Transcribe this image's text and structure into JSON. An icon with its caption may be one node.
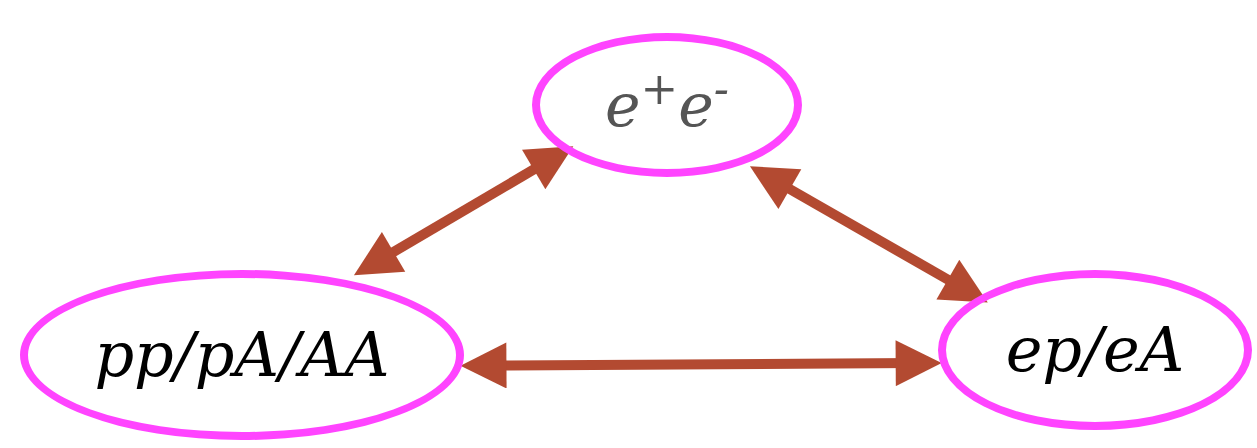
{
  "diagram": {
    "nodes": [
      {
        "text": [
          "e$^{+}$e$^{-}$"
        ]
      },
      {
        "text": [
          "pp/pA/AA"
        ]
      },
      {
        "text": [
          "ep/eA"
        ]
      }
    ],
    "edges": [
      {
        "from": 0,
        "to": 1,
        "arrow": "both"
      },
      {
        "from": 0,
        "to": 2,
        "arrow": "both"
      },
      {
        "from": 1,
        "to": 2,
        "arrow": "both"
      }
    ]
  }
}
